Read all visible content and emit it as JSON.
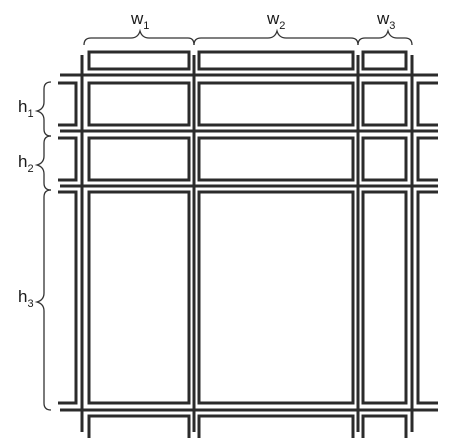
{
  "labels": {
    "w1": {
      "base": "w",
      "sub": "1"
    },
    "w2": {
      "base": "w",
      "sub": "2"
    },
    "w3": {
      "base": "w",
      "sub": "3"
    },
    "h1": {
      "base": "h",
      "sub": "1"
    },
    "h2": {
      "base": "h",
      "sub": "2"
    },
    "h3": {
      "base": "h",
      "sub": "3"
    }
  },
  "colors": {
    "line": "#2b2b2b",
    "background": "#ffffff"
  }
}
